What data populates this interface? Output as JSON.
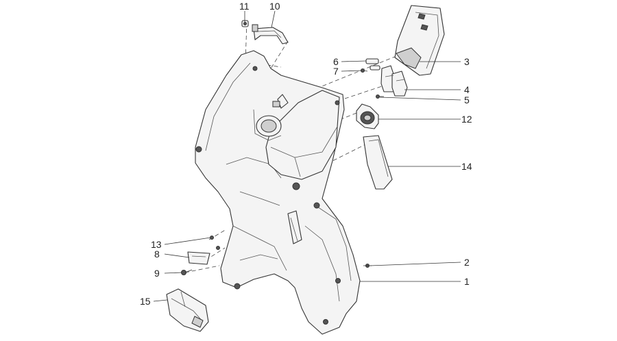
{
  "callouts": {
    "c1": "1",
    "c2": "2",
    "c3": "3",
    "c4": "4",
    "c5": "5",
    "c6": "6",
    "c7": "7",
    "c8": "8",
    "c9": "9",
    "c10": "10",
    "c11": "11",
    "c12": "12",
    "c13": "13",
    "c14": "14",
    "c15": "15"
  },
  "colors": {
    "line": "#333333",
    "fill": "#f4f4f4",
    "background": "#ffffff"
  }
}
